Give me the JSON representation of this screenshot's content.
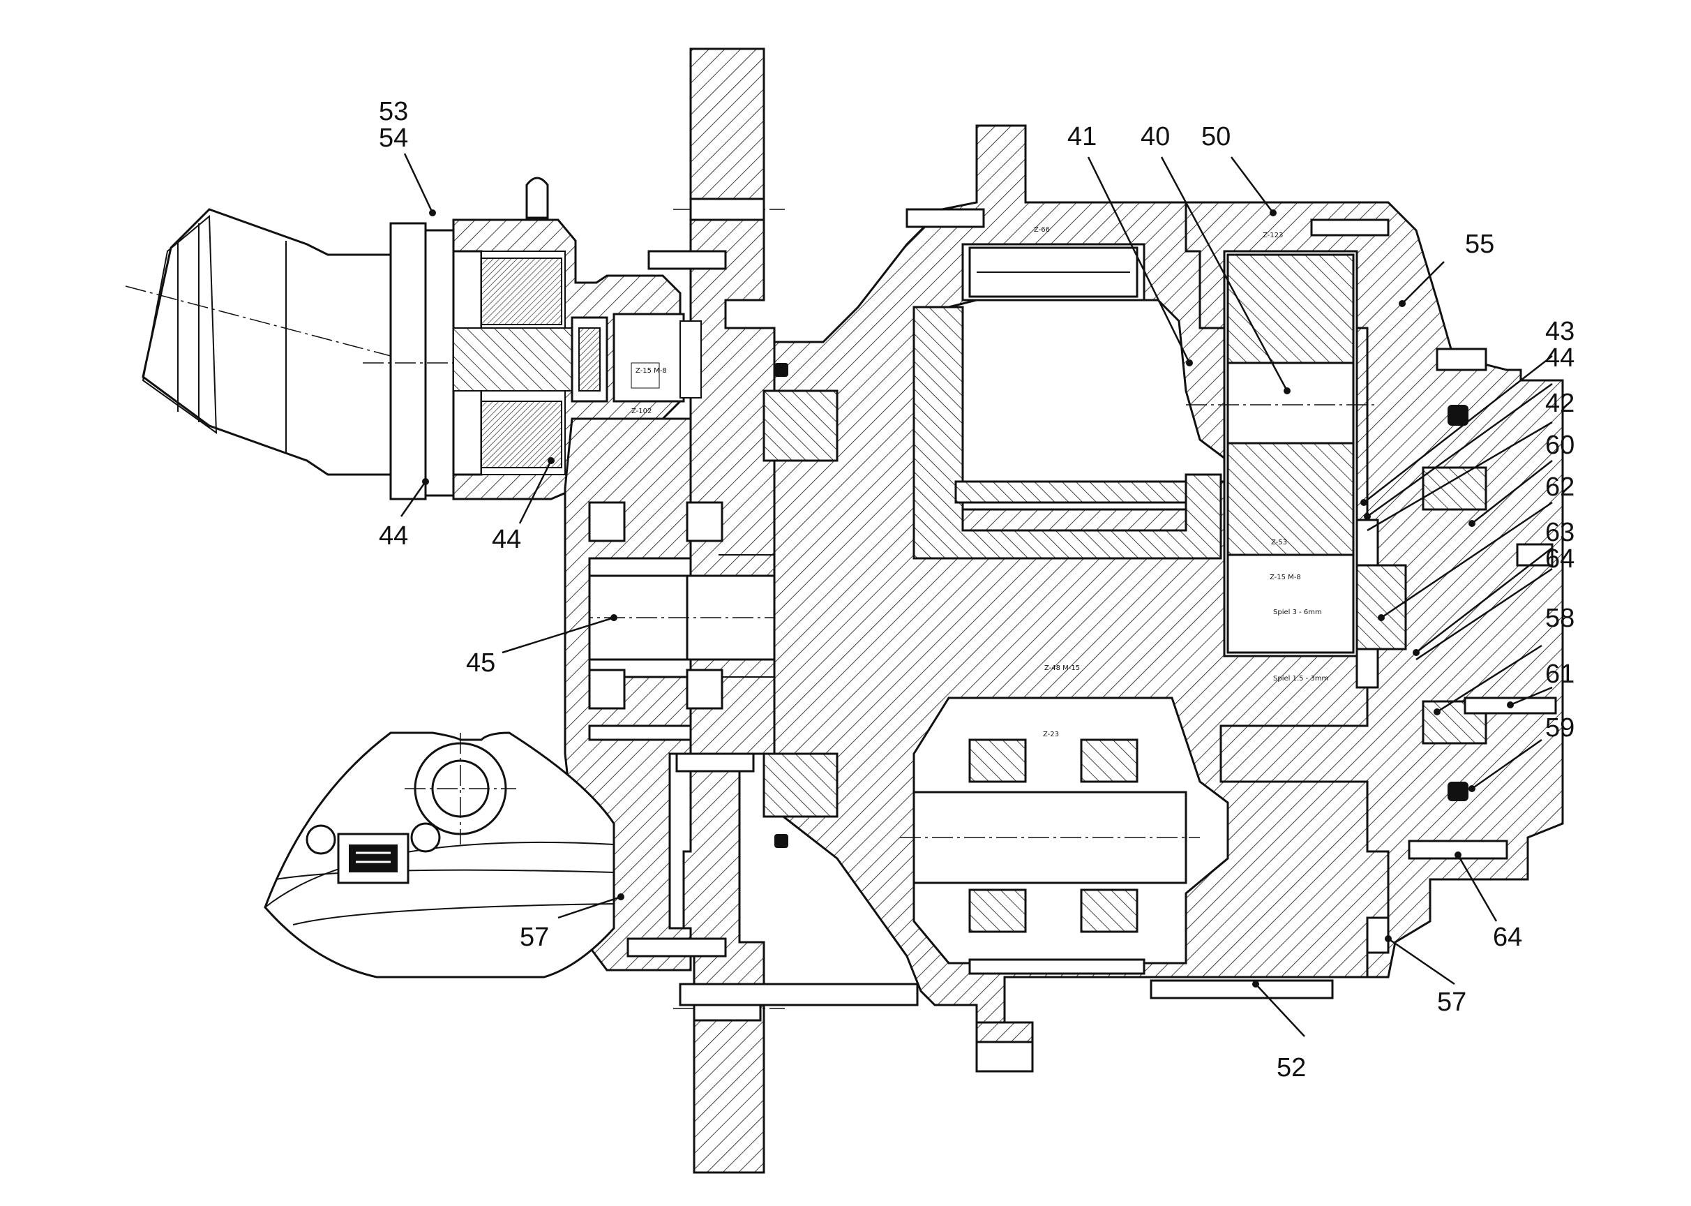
{
  "callouts": [
    {
      "id": "53",
      "text": "53"
    },
    {
      "id": "54",
      "text": "54"
    },
    {
      "id": "44a",
      "text": "44"
    },
    {
      "id": "44b",
      "text": "44"
    },
    {
      "id": "41",
      "text": "41"
    },
    {
      "id": "40",
      "text": "40"
    },
    {
      "id": "50",
      "text": "50"
    },
    {
      "id": "55",
      "text": "55"
    },
    {
      "id": "43",
      "text": "43"
    },
    {
      "id": "44c",
      "text": "44"
    },
    {
      "id": "42",
      "text": "42"
    },
    {
      "id": "60",
      "text": "60"
    },
    {
      "id": "62",
      "text": "62"
    },
    {
      "id": "63",
      "text": "63"
    },
    {
      "id": "64a",
      "text": "64"
    },
    {
      "id": "58",
      "text": "58"
    },
    {
      "id": "61",
      "text": "61"
    },
    {
      "id": "59",
      "text": "59"
    },
    {
      "id": "64b",
      "text": "64"
    },
    {
      "id": "57a",
      "text": "57"
    },
    {
      "id": "57b",
      "text": "57"
    },
    {
      "id": "52",
      "text": "52"
    },
    {
      "id": "45",
      "text": "45"
    }
  ],
  "gear_marks": {
    "z66": "Z-66",
    "z123": "Z-123",
    "z15m8_top": "Z-15 M-8",
    "z102": "Z-102",
    "z53": "Z-53",
    "z15m8_mid": "Z-15 M-8",
    "z48m15": "Z-48 M-15",
    "z23": "Z-23",
    "spiel1": "Spiel 3 - 6mm",
    "spiel2": "Spiel 1.5 - 3mm"
  }
}
